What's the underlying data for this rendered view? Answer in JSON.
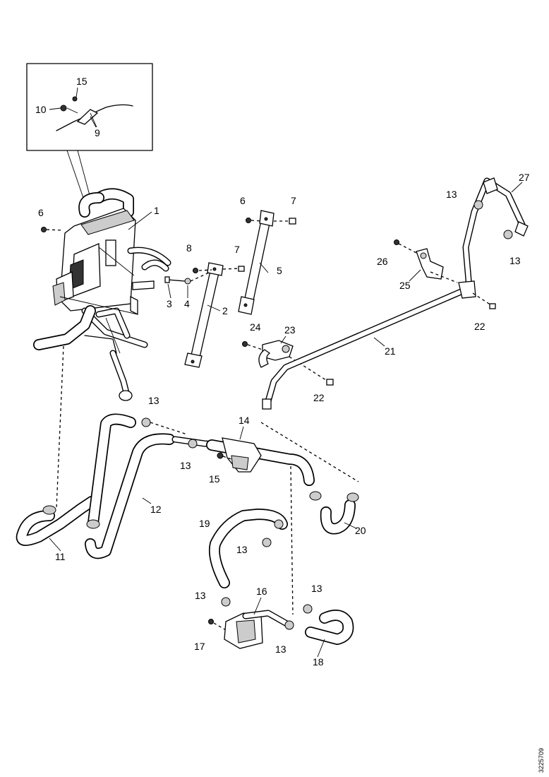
{
  "labels": {
    "l1": "1",
    "l2": "2",
    "l3": "3",
    "l4": "4",
    "l5": "5",
    "l6a": "6",
    "l6b": "6",
    "l7a": "7",
    "l7b": "7",
    "l8": "8",
    "l9": "9",
    "l10": "10",
    "l11": "11",
    "l12": "12",
    "l13": "13",
    "l14": "14",
    "l15": "15",
    "l16": "16",
    "l17": "17",
    "l18": "18",
    "l19": "19",
    "l20": "20",
    "l21": "21",
    "l22a": "22",
    "l22b": "22",
    "l23": "23",
    "l24": "24",
    "l25": "25",
    "l26": "26",
    "l27": "27",
    "l15inset": "15"
  },
  "clip_label": "13",
  "drawing_code": "3225709"
}
